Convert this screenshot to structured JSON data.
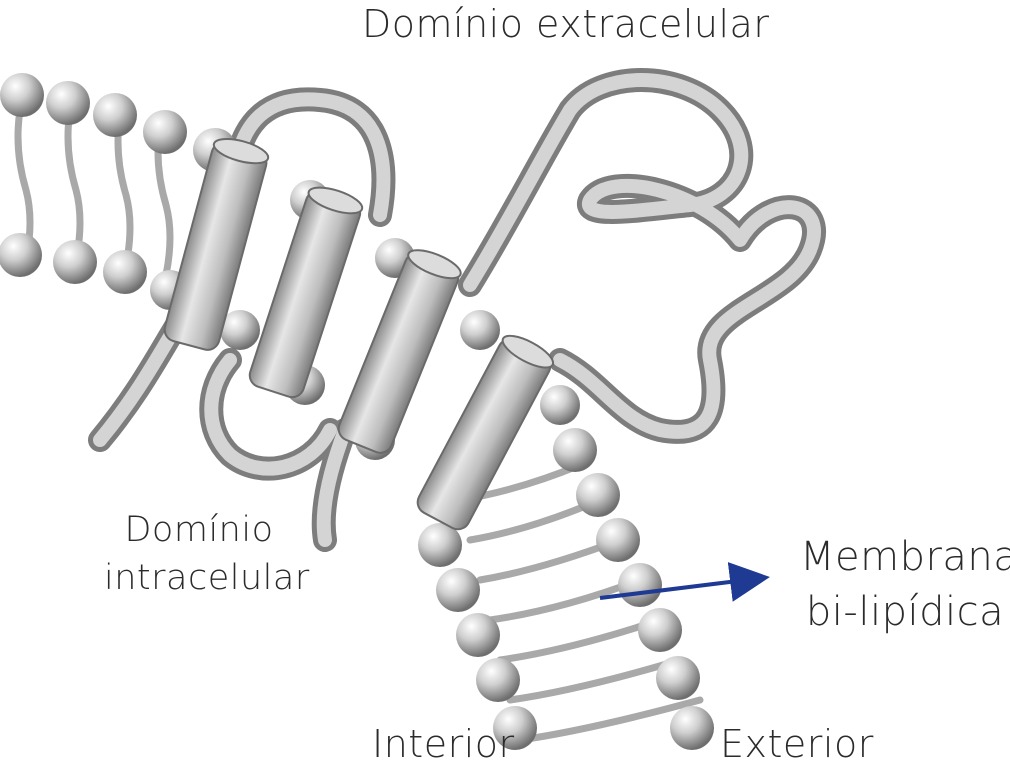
{
  "labels": {
    "extracellular": "Domínio extracelular",
    "intracellular_line1": "Domínio",
    "intracellular_line2": "intracelular",
    "membrane_line1": "Membrana",
    "membrane_line2": "bi-lipídica",
    "interior": "Interior",
    "exterior": "Exterior"
  },
  "colors": {
    "arrow": "#1f3a93",
    "structure": "#bdbdbd"
  },
  "icons": {
    "arrow": "arrow-right-icon"
  }
}
